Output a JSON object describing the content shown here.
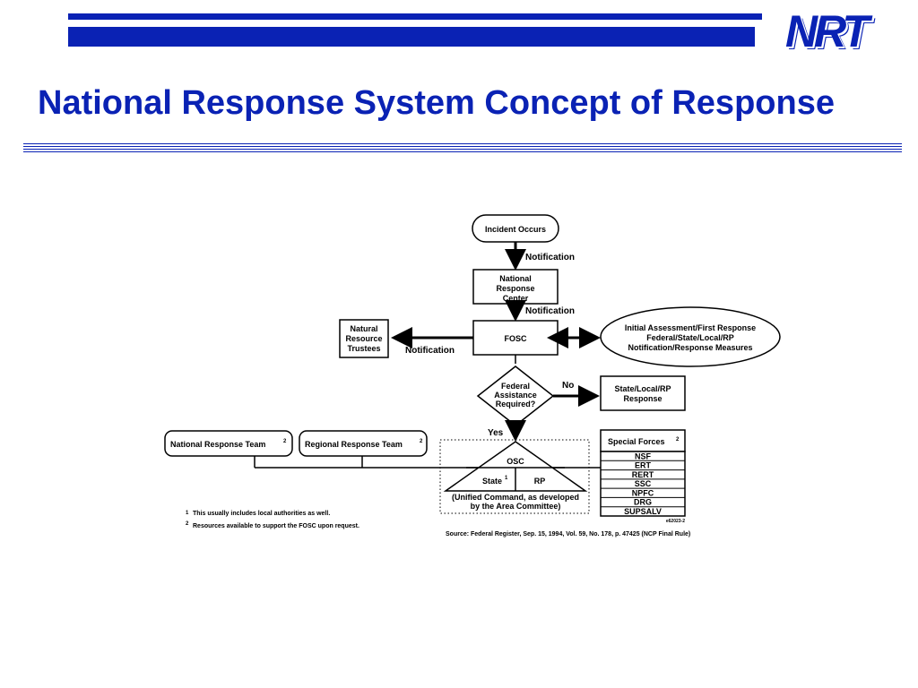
{
  "header": {
    "logo_text": "NRT",
    "title": "National Response System Concept of Response",
    "brand_color": "#0a22b4"
  },
  "diagram": {
    "incident": "Incident Occurs",
    "notification_1": "Notification",
    "nrc": [
      "National",
      "Response",
      "Center"
    ],
    "notification_2": "Notification",
    "fosc": "FOSC",
    "trustees": [
      "Natural",
      "Resource",
      "Trustees"
    ],
    "notification_3": "Notification",
    "initial_assessment": [
      "Initial Assessment/First Response",
      "Federal/State/Local/RP",
      "Notification/Response Measures"
    ],
    "decision": [
      "Federal",
      "Assistance",
      "Required?"
    ],
    "no_label": "No",
    "state_local": [
      "State/Local/RP",
      "Response"
    ],
    "yes_label": "Yes",
    "nrt": "National Response Team",
    "nrt_sup": "2",
    "rrt": "Regional Response Team",
    "rrt_sup": "2",
    "osc": "OSC",
    "state": "State",
    "state_sup": "1",
    "rp": "RP",
    "unified": [
      "(Unified Command, as developed",
      "by the Area Committee)"
    ],
    "special_forces": "Special Forces",
    "special_forces_sup": "2",
    "forces": [
      "NSF",
      "ERT",
      "RERT",
      "SSC",
      "NPFC",
      "DRG",
      "SUPSALV"
    ],
    "code": "e62023-2",
    "footnote_1_num": "1",
    "footnote_1": "This usually includes local authorities as well.",
    "footnote_2_num": "2",
    "footnote_2": "Resources available to support the FOSC upon request.",
    "source": "Source:  Federal Register, Sep. 15, 1994, Vol. 59, No. 178, p. 47425 (NCP Final Rule)"
  }
}
